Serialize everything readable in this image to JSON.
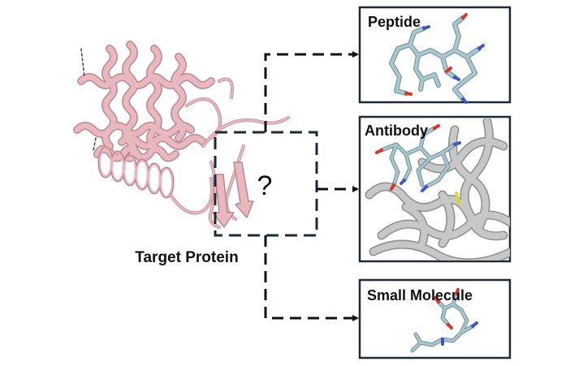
{
  "diagram": {
    "target_label": "Target Protein",
    "unknown_site_label": "?",
    "binders": [
      {
        "key": "peptide",
        "label": "Peptide"
      },
      {
        "key": "antibody",
        "label": "Antibody"
      },
      {
        "key": "small_molecule",
        "label": "Small Molecule"
      }
    ]
  },
  "colors": {
    "protein": "#e9b8bf",
    "protein_edge": "#b98790",
    "ligand": "#a9c7cf",
    "ligand_edge": "#6f8d96",
    "antibody": "#c7c7c7",
    "antibody_edge": "#8d8d8d",
    "oxygen": "#d9332b",
    "nitrogen": "#3d55c8",
    "frame": "#1d2b36",
    "arrow": "#111111"
  }
}
